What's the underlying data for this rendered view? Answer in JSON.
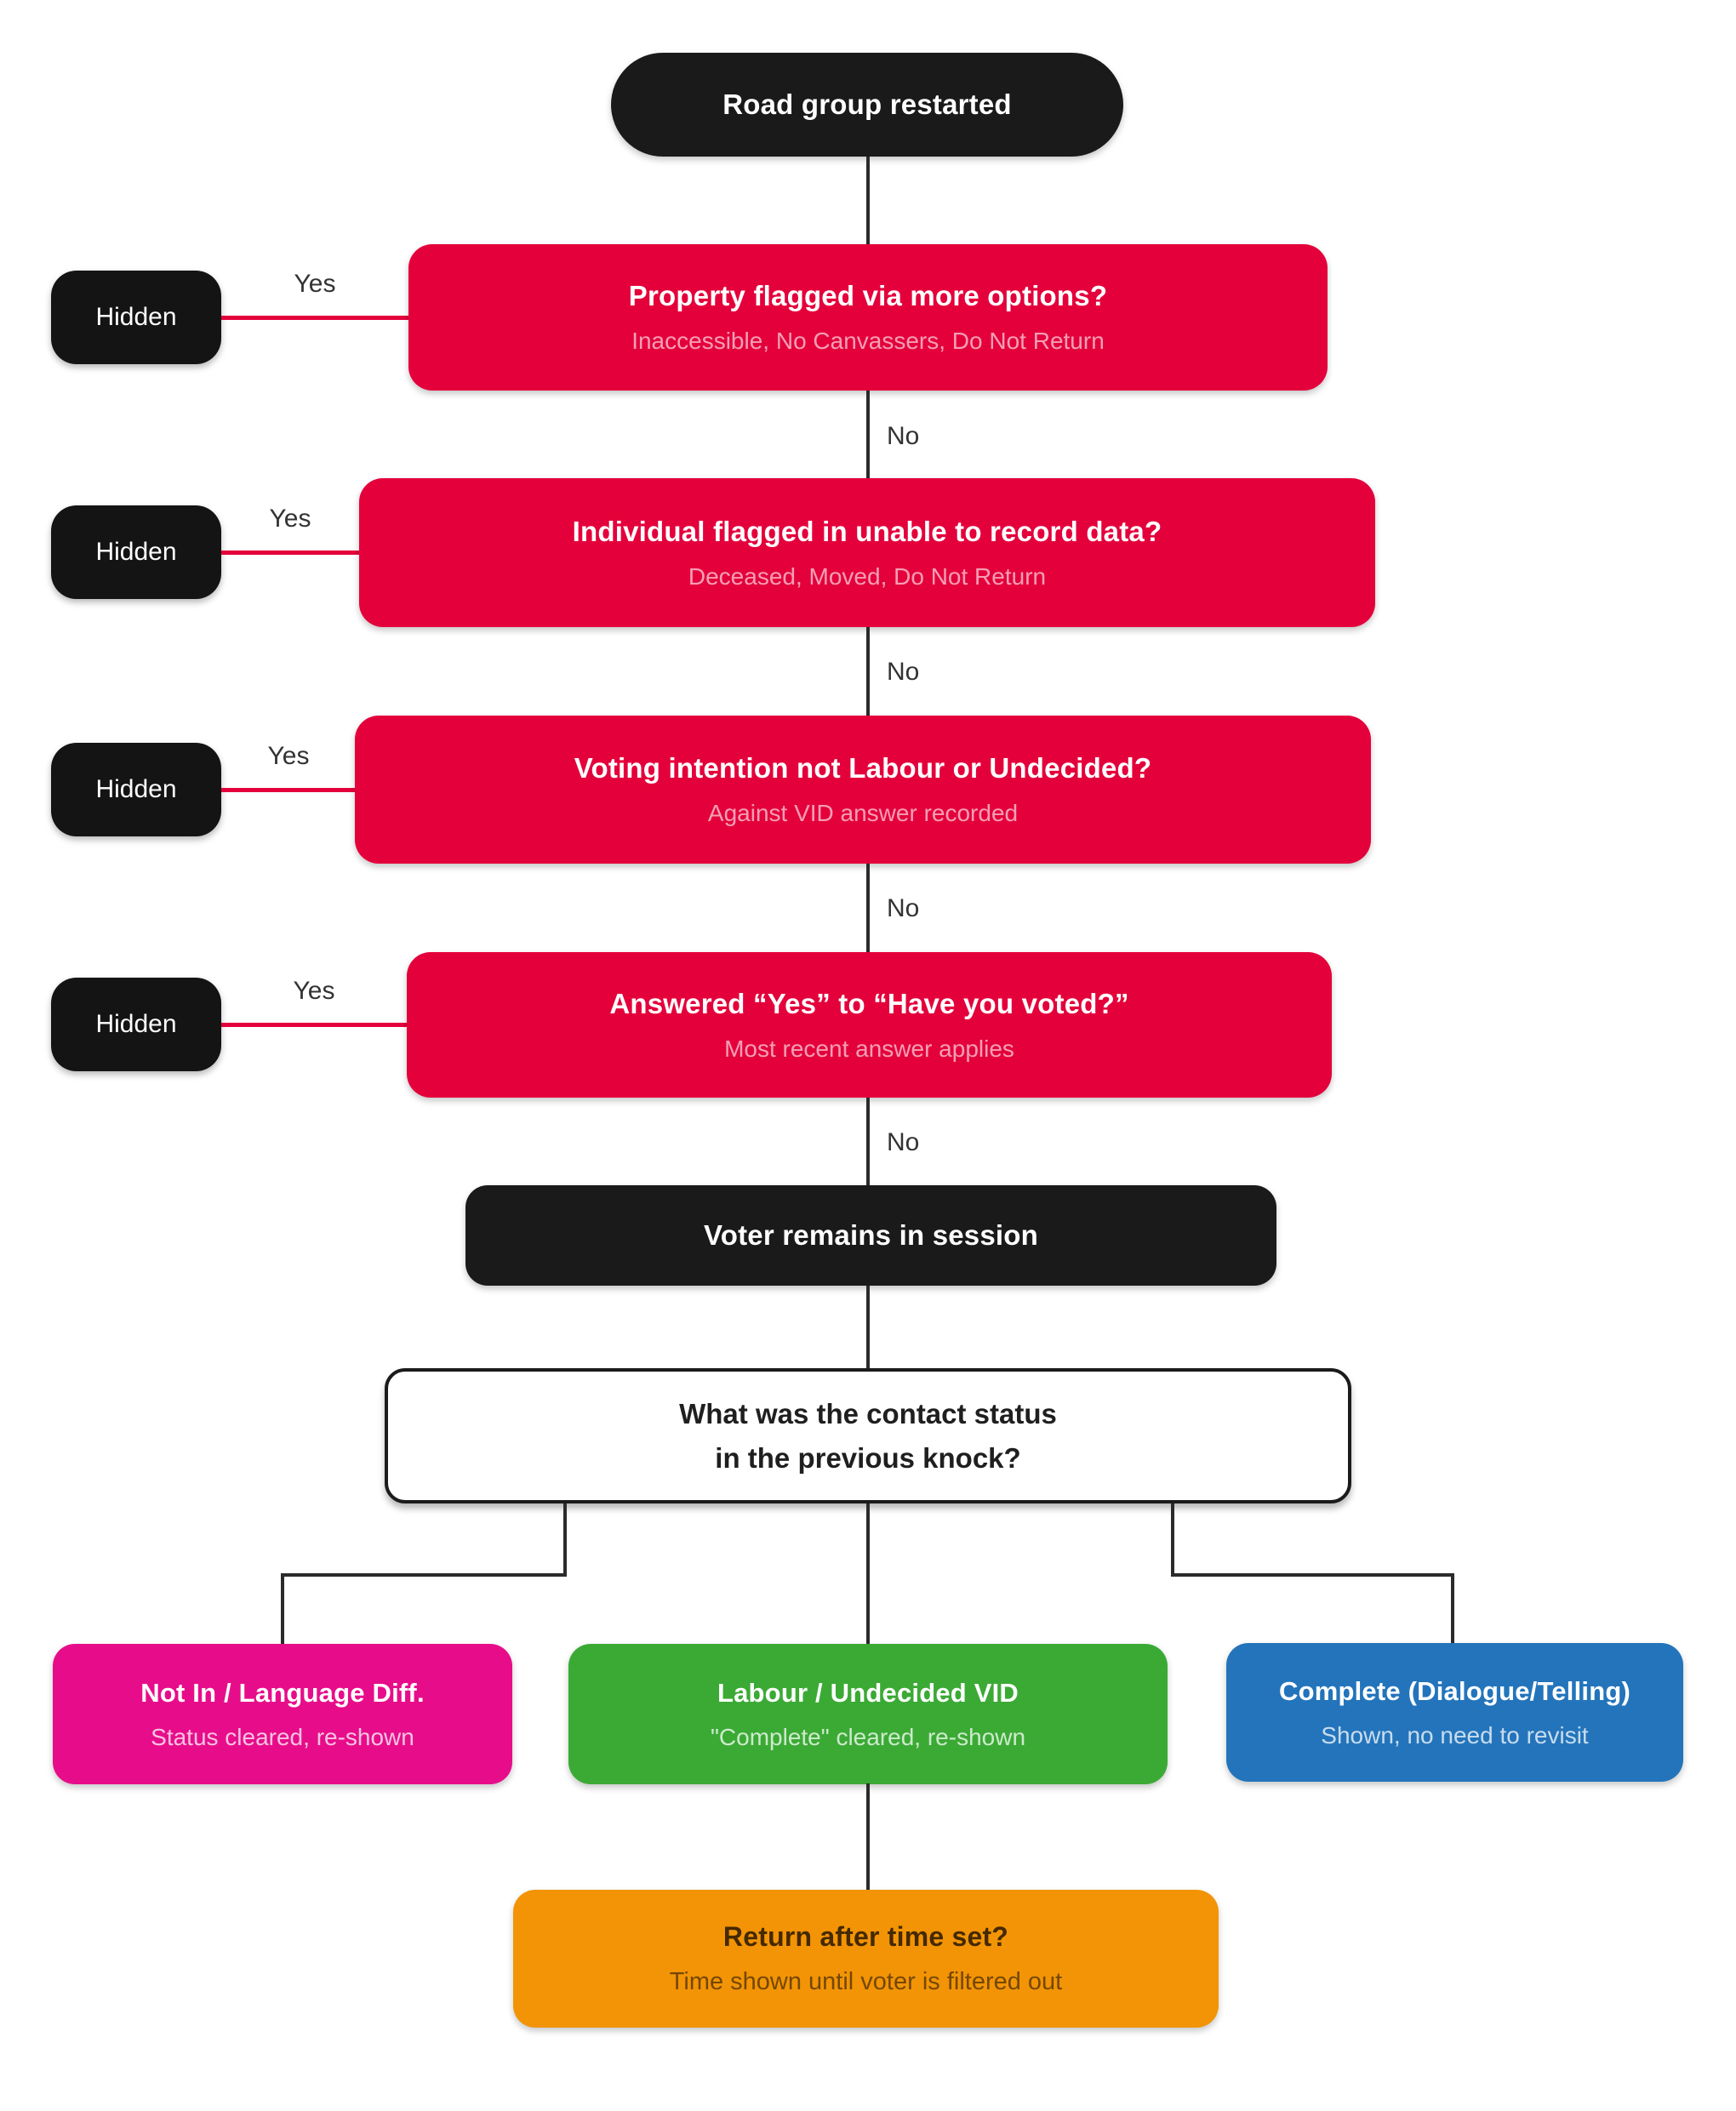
{
  "palette": {
    "black": "#1a1a1a",
    "red": "#e4003b",
    "pink": "#e70d8a",
    "green": "#3baa35",
    "blue": "#2374bb",
    "orange": "#f29405",
    "line_dark": "#2b2b2b"
  },
  "start": {
    "label": "Road group restarted"
  },
  "checks": [
    {
      "hidden_label": "Hidden",
      "yes_label": "Yes",
      "title": "Property flagged via more options?",
      "subtitle": "Inaccessible, No Canvassers, Do Not Return",
      "no_label": "No"
    },
    {
      "hidden_label": "Hidden",
      "yes_label": "Yes",
      "title": "Individual flagged in unable to record data?",
      "subtitle": "Deceased, Moved, Do Not Return",
      "no_label": "No"
    },
    {
      "hidden_label": "Hidden",
      "yes_label": "Yes",
      "title": "Voting intention not Labour or Undecided?",
      "subtitle": "Against VID answer recorded",
      "no_label": "No"
    },
    {
      "hidden_label": "Hidden",
      "yes_label": "Yes",
      "title": "Answered “Yes” to “Have you voted?”",
      "subtitle": "Most recent answer applies",
      "no_label": "No"
    }
  ],
  "session": {
    "label": "Voter remains in session"
  },
  "question": {
    "line1": "What was the contact status",
    "line2": "in the previous knock?"
  },
  "branches": [
    {
      "title": "Not In / Language Diff.",
      "subtitle": "Status cleared, re-shown",
      "color": "#e70d8a"
    },
    {
      "title": "Labour / Undecided VID",
      "subtitle": "\"Complete\" cleared, re-shown",
      "color": "#3baa35"
    },
    {
      "title": "Complete (Dialogue/Telling)",
      "subtitle": "Shown, no need to revisit",
      "color": "#2374bb"
    }
  ],
  "timer": {
    "title": "Return after time set?",
    "subtitle": "Time shown until voter is filtered out",
    "color": "#f29405"
  }
}
